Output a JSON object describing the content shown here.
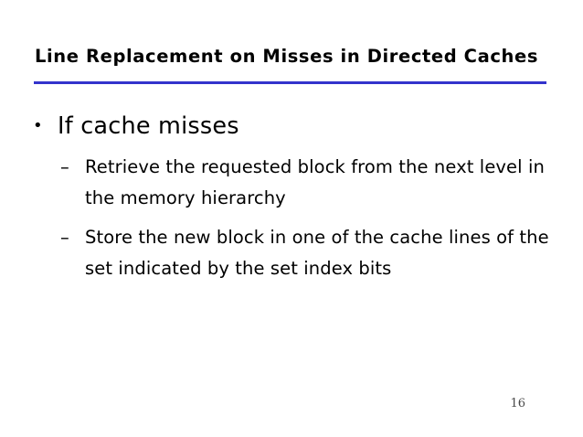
{
  "slide": {
    "title": "Line Replacement on Misses in Directed Caches",
    "rule_color": "#3333CC",
    "text_color": "#000000",
    "background_color": "#FFFFFF",
    "page_number": "16",
    "bullets": [
      {
        "level": 1,
        "marker": "•",
        "text": "If cache misses"
      },
      {
        "level": 2,
        "marker": "–",
        "text": "Retrieve the requested block from the next level in the memory hierarchy"
      },
      {
        "level": 2,
        "marker": "–",
        "text": "Store the new block in one of the cache lines of the set indicated by the set index bits"
      }
    ]
  }
}
